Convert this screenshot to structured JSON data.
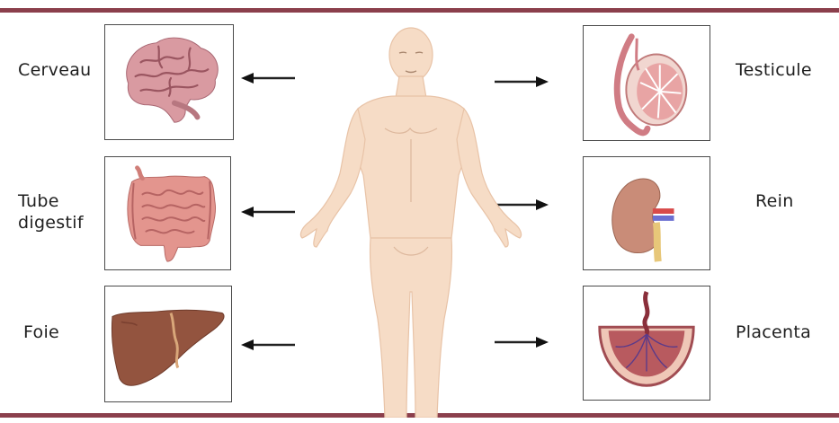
{
  "colors": {
    "rule": "#8b3f4c",
    "skin": "#f6dcc6",
    "skin_shade": "#e8c3a7",
    "brain": "#d99aa1",
    "gut": "#e3958e",
    "liver": "#93543f",
    "kidney": "#c98c78",
    "placenta": "#b85a5f",
    "testis": "#e8a4a4"
  },
  "organs": {
    "left": [
      {
        "label": "Cerveau",
        "icon": "brain-icon"
      },
      {
        "label": "Tube\ndigestif",
        "icon": "intestine-icon"
      },
      {
        "label": "Foie",
        "icon": "liver-icon"
      }
    ],
    "right": [
      {
        "label": "Testicule",
        "icon": "testis-icon"
      },
      {
        "label": "Rein",
        "icon": "kidney-icon"
      },
      {
        "label": "Placenta",
        "icon": "placenta-icon"
      }
    ]
  }
}
